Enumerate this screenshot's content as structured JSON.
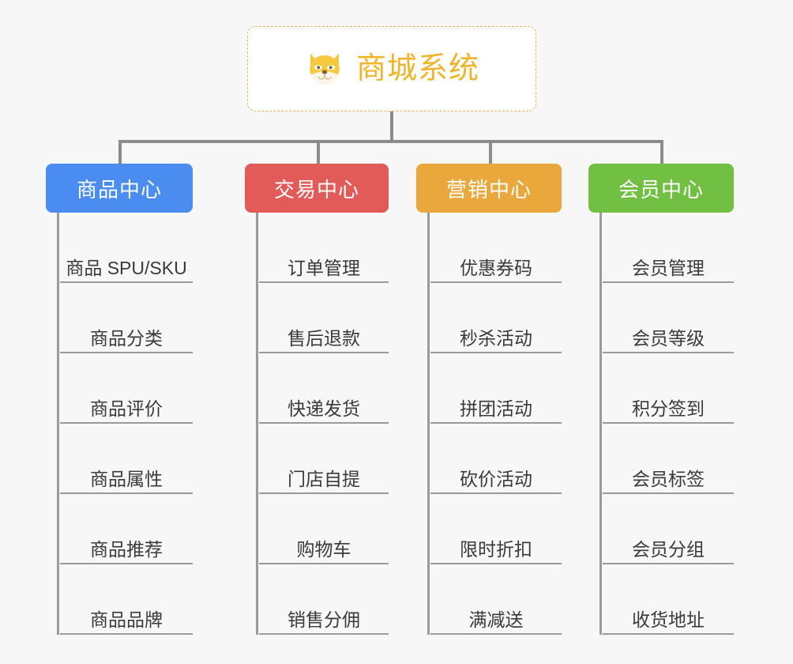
{
  "root": {
    "title": "商城系统",
    "icon": "shiba-dog-face-icon",
    "border_color": "#e8b45a",
    "text_color": "#f0b429",
    "background": "#ffffff"
  },
  "canvas": {
    "background": "#f7f7f7",
    "connector_color": "#8c8c8c"
  },
  "columns": [
    {
      "label": "商品中心",
      "color": "#4a8cf0",
      "items": [
        "商品 SPU/SKU",
        "商品分类",
        "商品评价",
        "商品属性",
        "商品推荐",
        "商品品牌"
      ]
    },
    {
      "label": "交易中心",
      "color": "#e25b58",
      "items": [
        "订单管理",
        "售后退款",
        "快递发货",
        "门店自提",
        "购物车",
        "销售分佣"
      ]
    },
    {
      "label": "营销中心",
      "color": "#eaa83c",
      "items": [
        "优惠券码",
        "秒杀活动",
        "拼团活动",
        "砍价活动",
        "限时折扣",
        "满减送"
      ]
    },
    {
      "label": "会员中心",
      "color": "#72c043",
      "items": [
        "会员管理",
        "会员等级",
        "积分签到",
        "会员标签",
        "会员分组",
        "收货地址"
      ]
    }
  ]
}
